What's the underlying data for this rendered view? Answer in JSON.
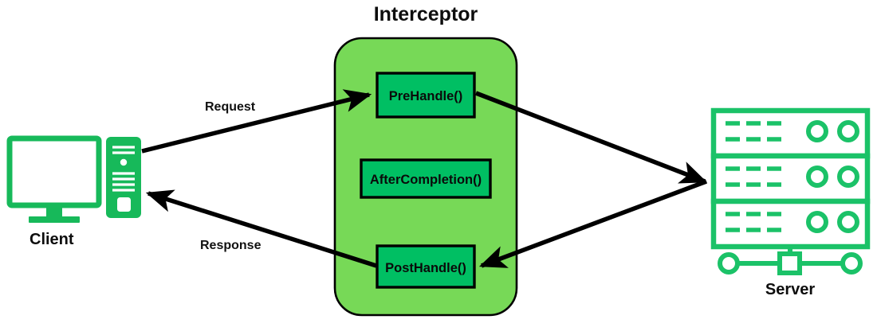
{
  "diagram": {
    "title": "Interceptor",
    "colors": {
      "panel_fill": "#77d957",
      "box_fill": "#00bf63",
      "stroke_dark": "#000000",
      "device_green": "#17b95a",
      "server_green": "#1bc268",
      "text_dark": "#0d0d0d",
      "background": "#ffffff"
    },
    "interceptor": {
      "label": "Interceptor",
      "methods": [
        {
          "id": "prehandle",
          "label": "PreHandle()"
        },
        {
          "id": "aftercompletion",
          "label": "AfterCompletion()"
        },
        {
          "id": "posthandle",
          "label": "PostHandle()"
        }
      ]
    },
    "endpoints": [
      {
        "id": "client",
        "label": "Client",
        "icon": "desktop-computer-icon"
      },
      {
        "id": "server",
        "label": "Server",
        "icon": "server-rack-icon"
      }
    ],
    "edges": [
      {
        "id": "request",
        "label": "Request",
        "from": "client",
        "to": "prehandle",
        "direction": "forward"
      },
      {
        "id": "prehandle-to-server",
        "label": "",
        "from": "prehandle",
        "to": "server",
        "direction": "forward"
      },
      {
        "id": "server-to-posthandle",
        "label": "",
        "from": "server",
        "to": "posthandle",
        "direction": "forward"
      },
      {
        "id": "response",
        "label": "Response",
        "from": "posthandle",
        "to": "client",
        "direction": "forward"
      }
    ]
  }
}
